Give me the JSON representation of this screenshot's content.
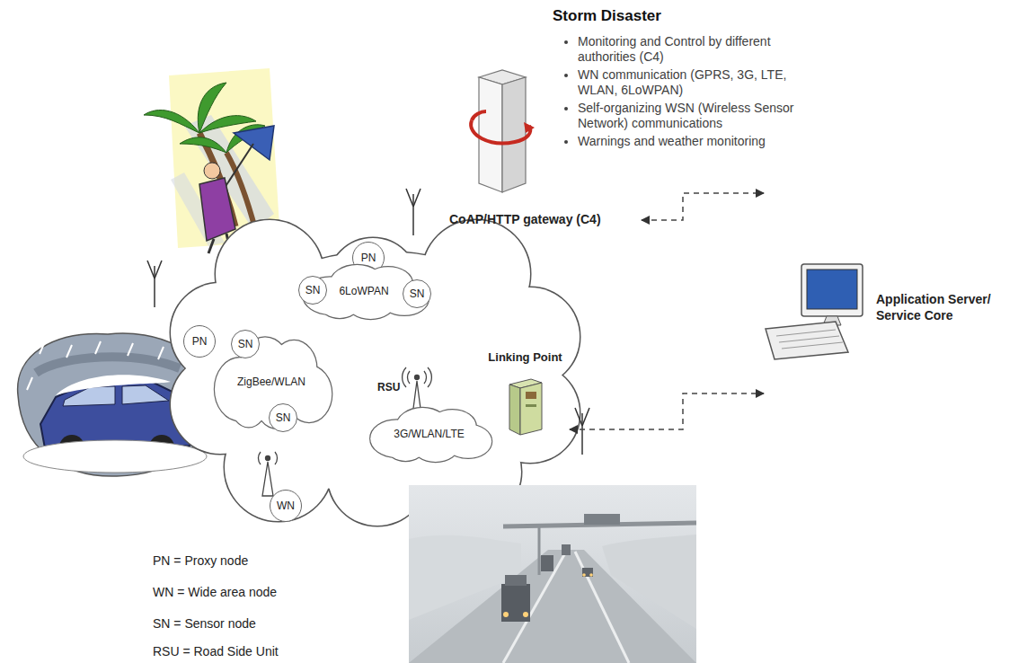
{
  "diagram": {
    "title": "Storm Disaster",
    "nodes": [
      {
        "text": [
          "PN"
        ]
      },
      {
        "text": [
          "6LoWPAN"
        ]
      },
      {
        "text": [
          "SN"
        ],
        "in": 1
      },
      {
        "text": [
          "SN"
        ],
        "in": 1
      },
      {
        "text": [
          "CoAP/HTTP gateway (C4)"
        ]
      },
      {
        "text": [
          "PN"
        ]
      },
      {
        "text": [
          "ZigBee/WLAN"
        ]
      },
      {
        "text": [
          "SN"
        ],
        "in": 6
      },
      {
        "text": [
          "SN"
        ],
        "in": 6
      },
      {
        "text": [
          "Application Server/ Service Core"
        ]
      },
      {
        "text": [
          "Linking Point"
        ]
      },
      {
        "text": [
          "3G/WLAN/LTE"
        ]
      },
      {
        "text": [
          "WN"
        ]
      }
    ],
    "edges": [
      {
        "from": 4,
        "to": 9,
        "arrow": "both"
      },
      {
        "from": 10,
        "to": 9,
        "arrow": "both"
      }
    ],
    "labels": [
      "Monitoring and Control by different authorities (C4)",
      "WN communication (GPRS, 3G, LTE, WLAN, 6LoWPAN)",
      "Self-organizing WSN (Wireless Sensor Network) communications",
      "Warnings and weather monitoring",
      "RSU",
      "PN = Proxy node",
      "WN = Wide area node",
      "SN = Sensor node",
      "RSU = Road Side Unit"
    ]
  }
}
